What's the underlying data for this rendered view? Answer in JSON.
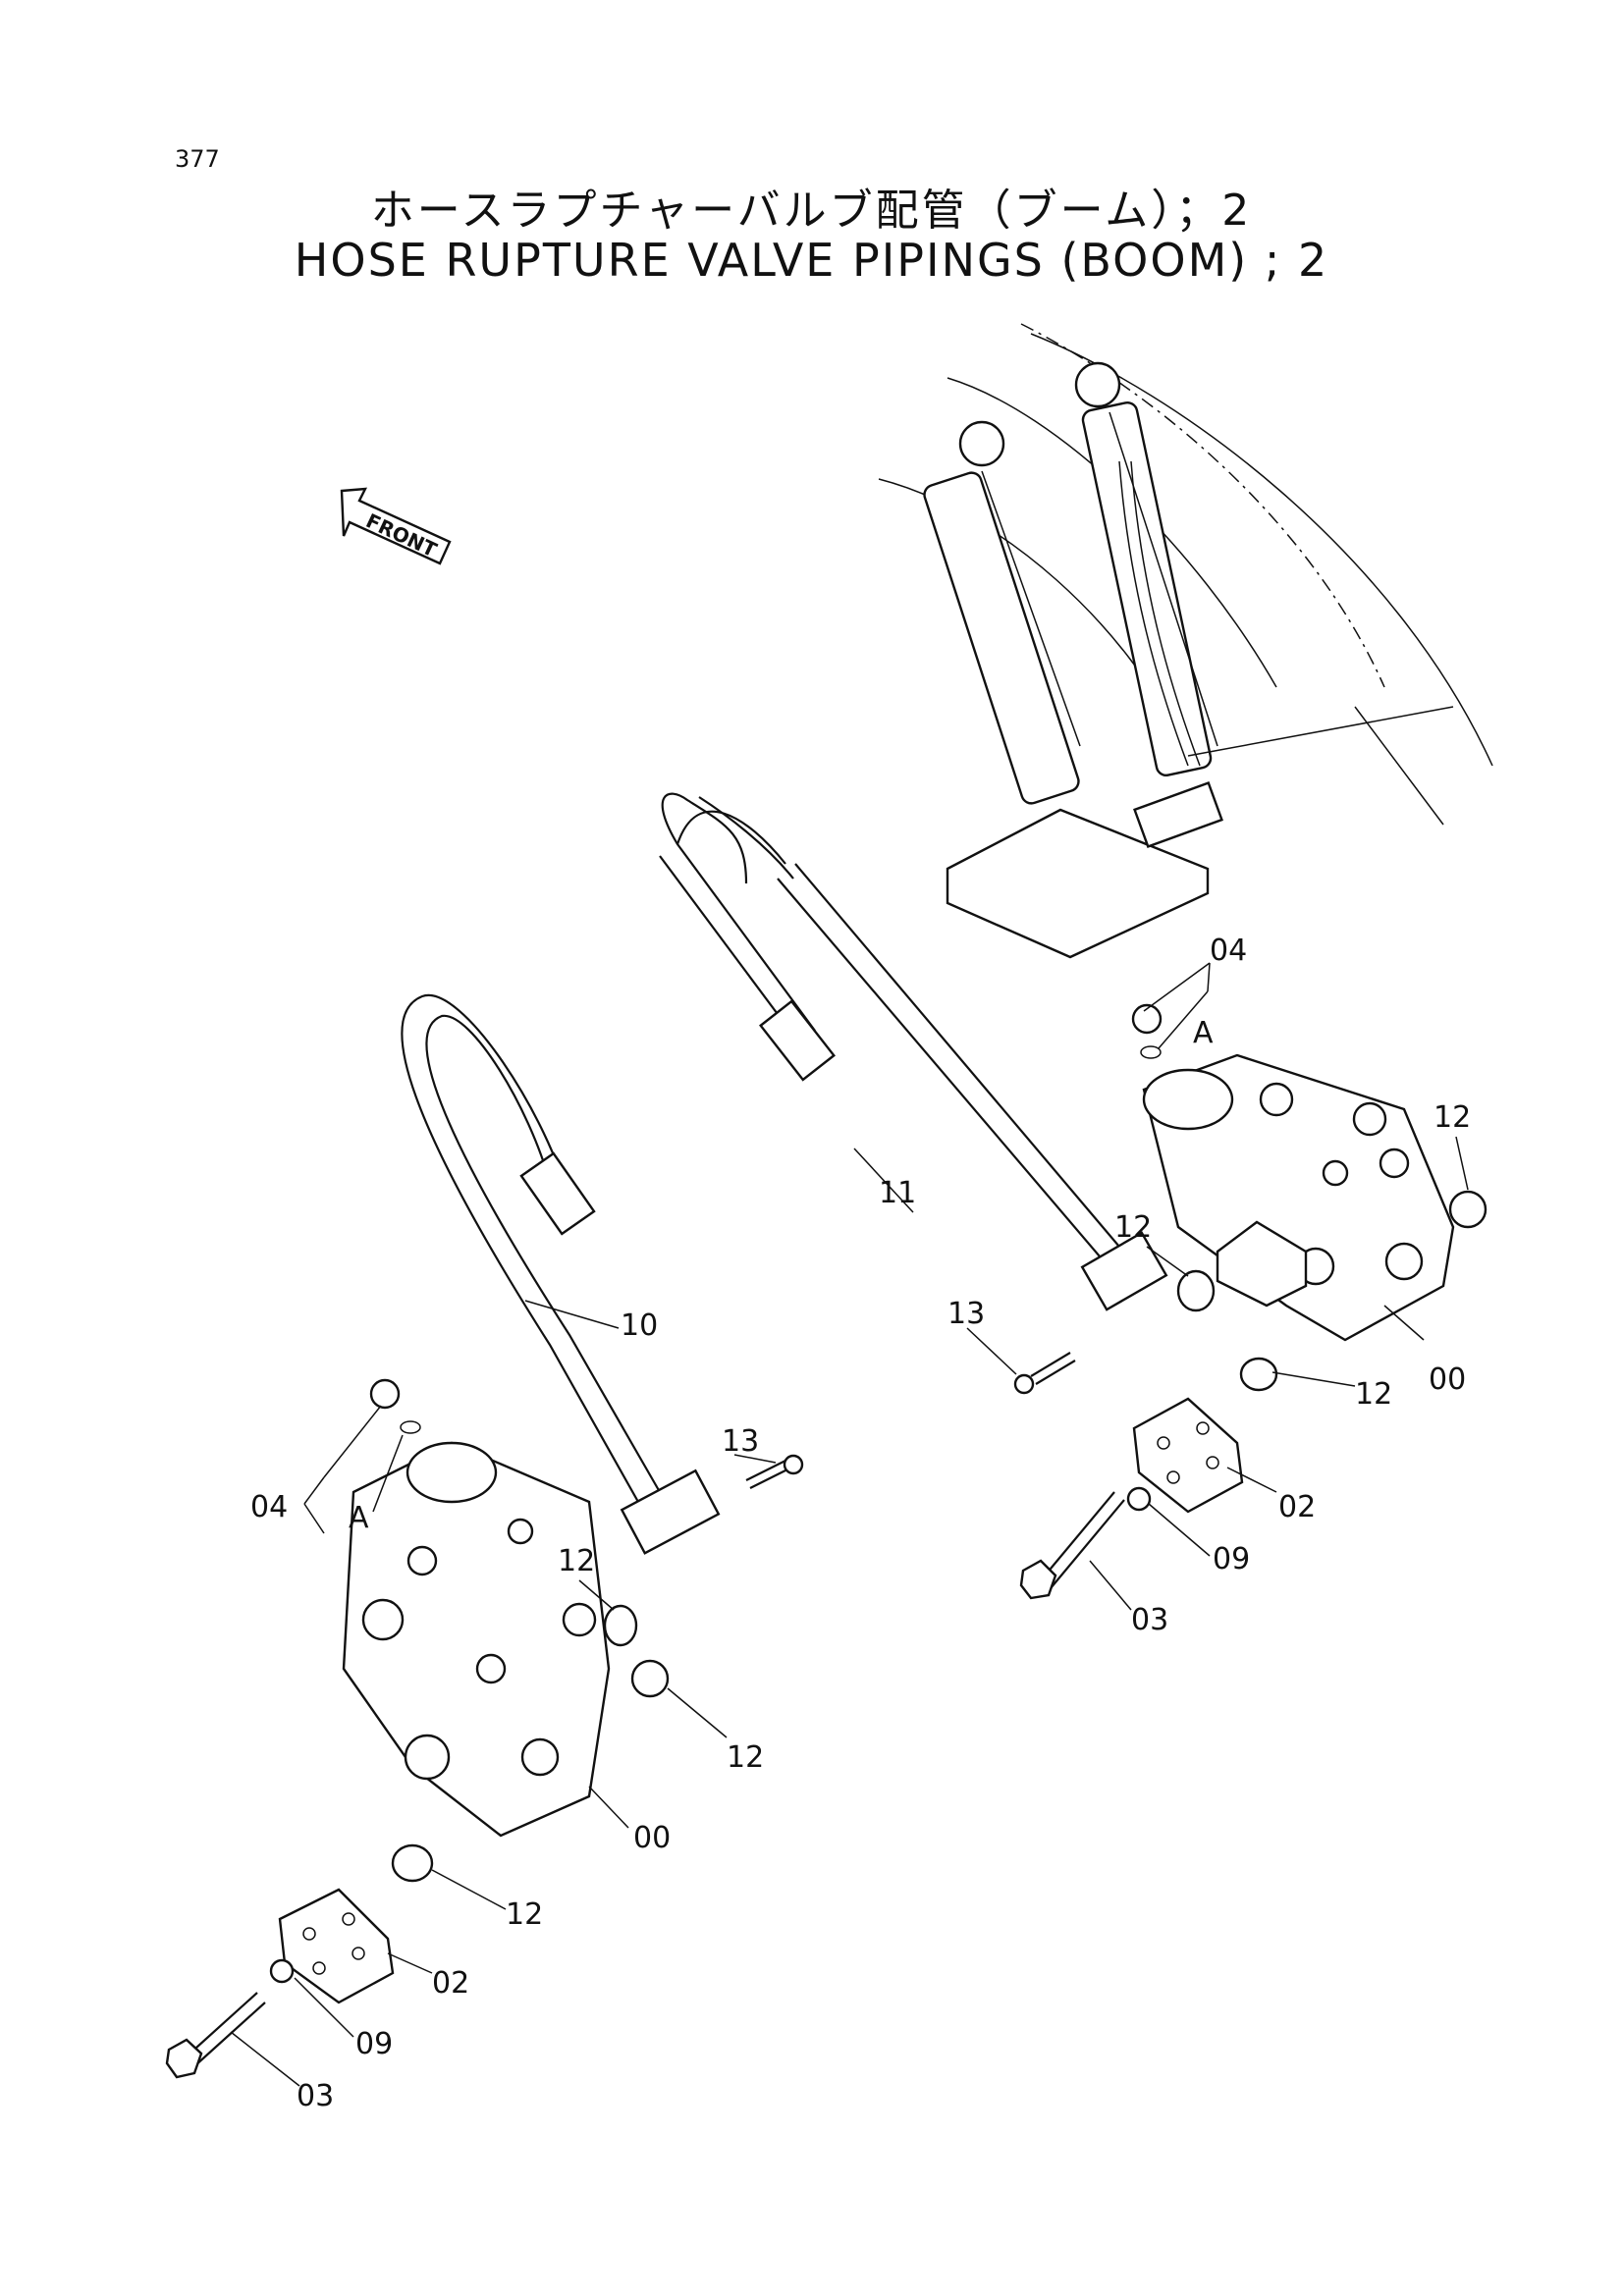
{
  "page": {
    "number": "377",
    "title_jp": "ホースラプチャーバルブ配管（ブーム）；2",
    "title_en": "HOSE RUPTURE VALVE PIPINGS (BOOM) ; 2"
  },
  "front_indicator": {
    "label": "FRONT",
    "icon": "front-arrow-icon"
  },
  "callouts": {
    "c00_right": "00",
    "c00_left": "00",
    "c02_right": "02",
    "c02_left": "02",
    "c03_right": "03",
    "c03_left": "03",
    "c04_right": "04",
    "c04_left": "04",
    "a_right": "A",
    "a_left": "A",
    "c09_right": "09",
    "c09_left": "09",
    "c10": "10",
    "c11": "11",
    "c12_r1": "12",
    "c12_r2": "12",
    "c12_r3": "12",
    "c12_l1": "12",
    "c12_l2": "12",
    "c12_l3": "12",
    "c13_right": "13",
    "c13_left": "13"
  }
}
